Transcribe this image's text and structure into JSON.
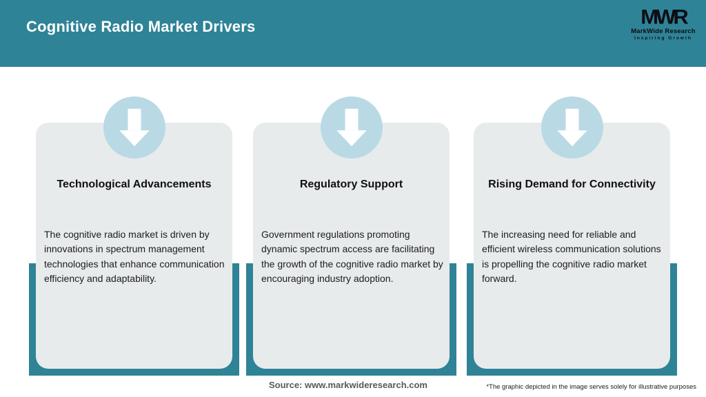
{
  "header": {
    "title": "Cognitive Radio Market Drivers",
    "logo": {
      "monogram": "MWR",
      "name": "MarkWide Research",
      "tagline": "Inspiring Growth"
    }
  },
  "cards": [
    {
      "icon": "down-arrow-icon",
      "title": "Technological Advancements",
      "body": "The cognitive radio market is driven by innovations in spectrum management technologies that enhance communication efficiency and adaptability."
    },
    {
      "icon": "down-arrow-icon",
      "title": "Regulatory Support",
      "body": "Government regulations promoting dynamic spectrum access are facilitating the growth of the cognitive radio market by encouraging industry adoption."
    },
    {
      "icon": "down-arrow-icon",
      "title": "Rising Demand for Connectivity",
      "body": "The increasing need for reliable and efficient wireless communication solutions is propelling the cognitive radio market forward."
    }
  ],
  "footer": {
    "source": "Source: www.markwideresearch.com",
    "disclaimer": "*The graphic depicted in the image serves solely for illustrative purposes"
  },
  "colors": {
    "teal": "#2f8397",
    "lightblue": "#b9d9e5",
    "cardbg": "#e8ebeb",
    "textdark": "#1c1c1c",
    "sourcegray": "#58595b"
  }
}
